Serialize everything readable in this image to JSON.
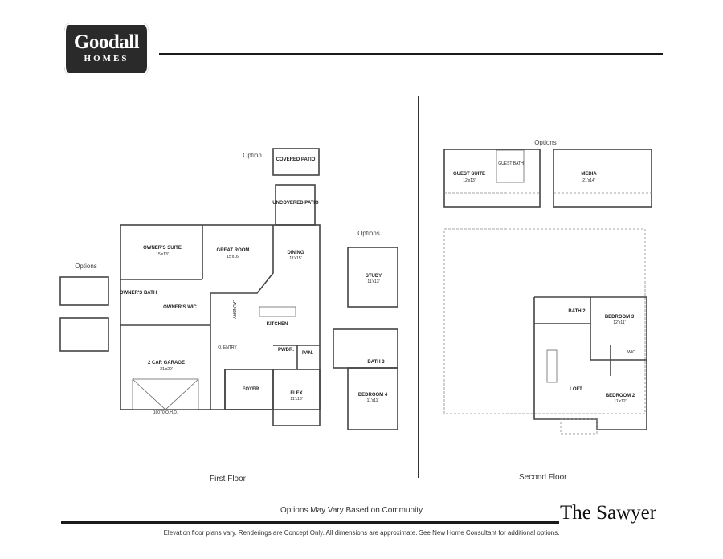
{
  "brand": {
    "name": "Goodall",
    "sub": "HOMES"
  },
  "plan_name": "The Sawyer",
  "captions": {
    "first_floor": "First Floor",
    "second_floor": "Second Floor",
    "options_note": "Options May Vary Based on Community"
  },
  "disclaimer": "Elevation floor plans vary. Renderings are Concept Only. All dimensions are approximate. See New Home Consultant for additional options.",
  "first_floor": {
    "option_label": "Option",
    "options_left": "Options",
    "options_right": "Options",
    "rooms": {
      "covered_patio": "COVERED PATIO",
      "uncovered_patio": "UNCOVERED PATIO",
      "owners_suite": {
        "name": "OWNER'S SUITE",
        "dim": "15'x13'"
      },
      "great_room": {
        "name": "GREAT ROOM",
        "dim": "15'x16'"
      },
      "dining": {
        "name": "DINING",
        "dim": "11'x15'"
      },
      "owners_bath": "OWNER'S BATH",
      "owners_wic": "OWNER'S WIC",
      "laundry": "LAUNDRY",
      "kitchen": "KITCHEN",
      "entry": "O. ENTRY",
      "pwdr": "PWDR.",
      "pan": "PAN.",
      "garage": {
        "name": "2 CAR GARAGE",
        "dim": "21'x20'"
      },
      "foyer": "FOYER",
      "flex": {
        "name": "FLEX",
        "dim": "11'x13'"
      },
      "study": {
        "name": "STUDY",
        "dim": "11'x13'"
      },
      "bath3": "BATH 3",
      "bedroom4": {
        "name": "BEDROOM 4",
        "dim": "11'x11'"
      },
      "garage_door": "16070 O.H.D."
    }
  },
  "second_floor": {
    "options_label": "Options",
    "rooms": {
      "guest_suite": {
        "name": "GUEST SUITE",
        "dim": "12'x13'"
      },
      "guest_bath": "GUEST BATH",
      "media": {
        "name": "MEDIA",
        "dim": "21'x14'"
      },
      "bath2": "BATH 2",
      "bedroom3": {
        "name": "BEDROOM 3",
        "dim": "12'x11'"
      },
      "wic": "WIC",
      "loft": "LOFT",
      "bedroom2": {
        "name": "BEDROOM 2",
        "dim": "11'x12'"
      }
    }
  }
}
